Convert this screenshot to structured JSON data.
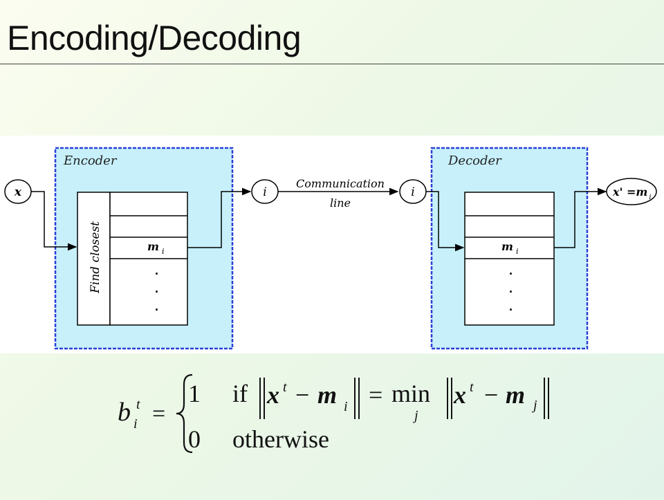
{
  "slide": {
    "title": "Encoding/Decoding"
  },
  "diagram": {
    "encoder_label": "Encoder",
    "decoder_label": "Decoder",
    "input_var": "x",
    "index_left": "i",
    "index_right": "i",
    "channel_label_line1": "Communication",
    "channel_label_line2": "line",
    "find_closest_label": "Find closest",
    "codebook_entry_main": "m",
    "codebook_entry_sub": "i",
    "dots": "·",
    "output_main": "x' =m",
    "output_sub": "i",
    "colors": {
      "box_fill": "#c7f0fb",
      "box_border": "#2a3fd6",
      "line": "#000000"
    }
  },
  "formula": {
    "lhs_var": "b",
    "lhs_sup": "t",
    "lhs_sub": "i",
    "equals": "=",
    "case1_value": "1",
    "case1_if": "if",
    "x_var": "x",
    "x_sup": "t",
    "minus": "−",
    "m_var": "m",
    "m_sub_i": "i",
    "min_word": "min",
    "min_sub": "j",
    "m_sub_j": "j",
    "case2_value": "0",
    "case2_text": "otherwise"
  }
}
